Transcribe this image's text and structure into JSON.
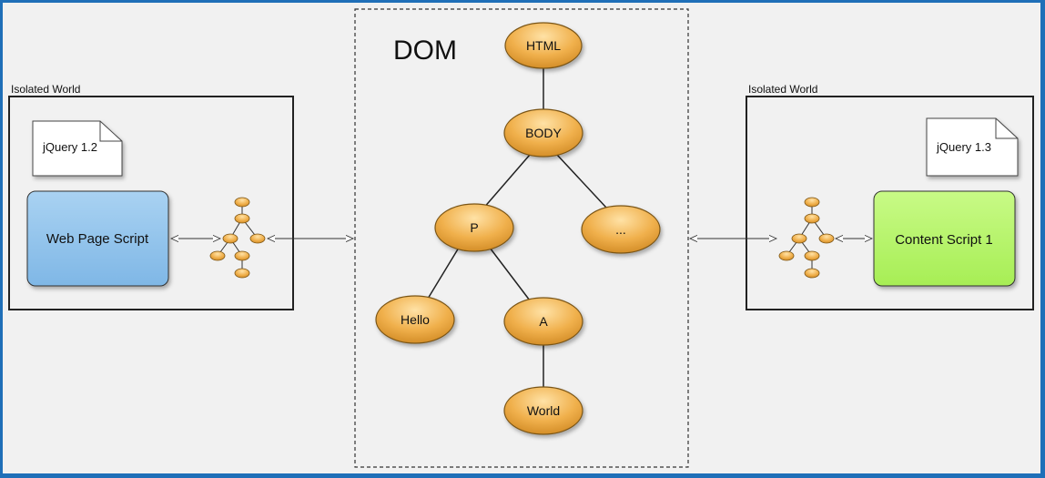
{
  "dom_title": "DOM",
  "left_world": {
    "title": "Isolated World",
    "library": "jQuery 1.2",
    "script": "Web Page Script",
    "script_color": "#8ec1ea"
  },
  "right_world": {
    "title": "Isolated World",
    "library": "jQuery 1.3",
    "script": "Content Script 1",
    "script_color": "#b9f56c"
  },
  "nodes": {
    "html": "HTML",
    "body": "BODY",
    "p": "P",
    "more": "...",
    "hello": "Hello",
    "a": "A",
    "world": "World"
  },
  "colors": {
    "node_fill": "#f0b04c",
    "background": "#f1f1f1",
    "frame_border": "#1f6fb8"
  }
}
